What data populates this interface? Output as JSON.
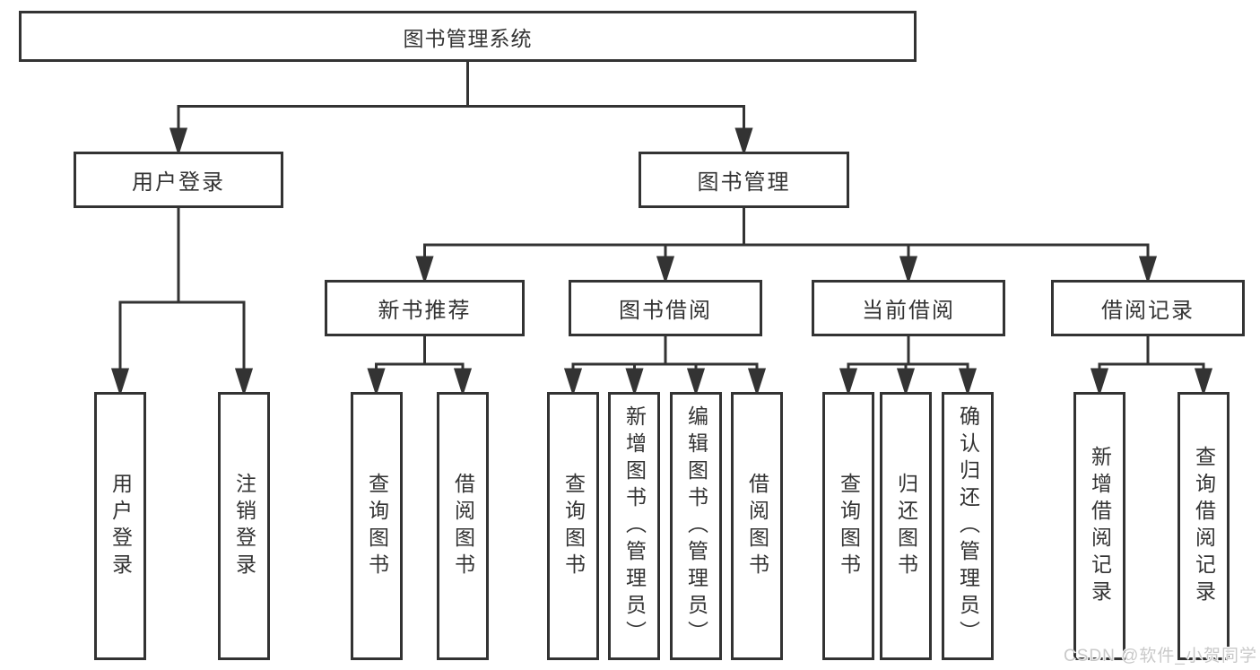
{
  "diagram": {
    "root": {
      "label": "图书管理系统"
    },
    "level2": [
      {
        "label": "用户登录"
      },
      {
        "label": "图书管理"
      }
    ],
    "level3": [
      {
        "label": "新书推荐"
      },
      {
        "label": "图书借阅"
      },
      {
        "label": "当前借阅"
      },
      {
        "label": "借阅记录"
      }
    ],
    "leaves": {
      "user_login": [
        {
          "label": "用户登录"
        },
        {
          "label": "注销登录"
        }
      ],
      "new_books": [
        {
          "label": "查询图书"
        },
        {
          "label": "借阅图书"
        }
      ],
      "book_borrow": [
        {
          "label": "查询图书"
        },
        {
          "label": "新增图书（管理员）"
        },
        {
          "label": "编辑图书（管理员）"
        },
        {
          "label": "借阅图书"
        }
      ],
      "current_borrow": [
        {
          "label": "查询图书"
        },
        {
          "label": "归还图书"
        },
        {
          "label": "确认归还（管理员）"
        }
      ],
      "borrow_records": [
        {
          "label": "新增借阅记录"
        },
        {
          "label": "查询借阅记录"
        }
      ]
    }
  },
  "watermark": {
    "text": "CSDN @软件_小贺同学"
  },
  "colors": {
    "line": "#333333",
    "text": "#333333",
    "watermark": "#c9c9c9",
    "background": "#ffffff"
  }
}
